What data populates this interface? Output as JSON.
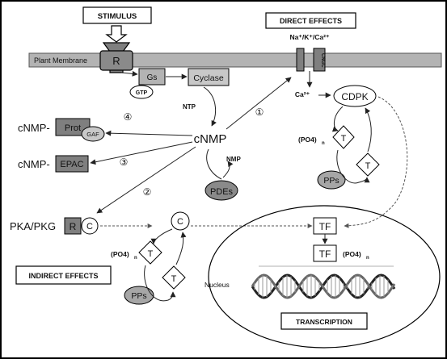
{
  "labels": {
    "stimulus": "STIMULUS",
    "direct_effects": "DIRECT EFFECTS",
    "ion_channel_ions": "Na⁺/K⁺/Ca²⁺",
    "membrane": "Plant Membrane",
    "receptor": "R",
    "gs": "Gs",
    "gtp": "GTP",
    "cyclase": "Cyclase",
    "cngc": "CNGC",
    "ntp": "NTP",
    "cnmp_center": "cNMP",
    "nmp": "NMP",
    "pdes": "PDEs",
    "ca": "Ca²⁺",
    "cdpk": "CDPK",
    "po4_right": "(PO4)",
    "po4_sub": "n",
    "t": "T",
    "pps": "PPs",
    "cnmp_prot_prefix": "cNMP-",
    "prot": "Prot",
    "gaf": "GAF",
    "cnmp_epac_prefix": "cNMP-",
    "epac": "EPAC",
    "num1": "①",
    "num2": "②",
    "num3": "③",
    "num4": "④",
    "pka_pkg": "PKA/PKG",
    "r_subunit": "R",
    "c_subunit": "C",
    "c_free": "C",
    "indirect_effects": "INDIRECT EFFECTS",
    "tf": "TF",
    "tf2": "TF",
    "nucleus": "Nucleus",
    "transcription": "TRANSCRIPTION"
  },
  "colors": {
    "membrane": "#b3b3b3",
    "dark_gray": "#7f7f7f",
    "light_gray": "#c8c8c8",
    "pps_gray": "#a6a6a6"
  }
}
